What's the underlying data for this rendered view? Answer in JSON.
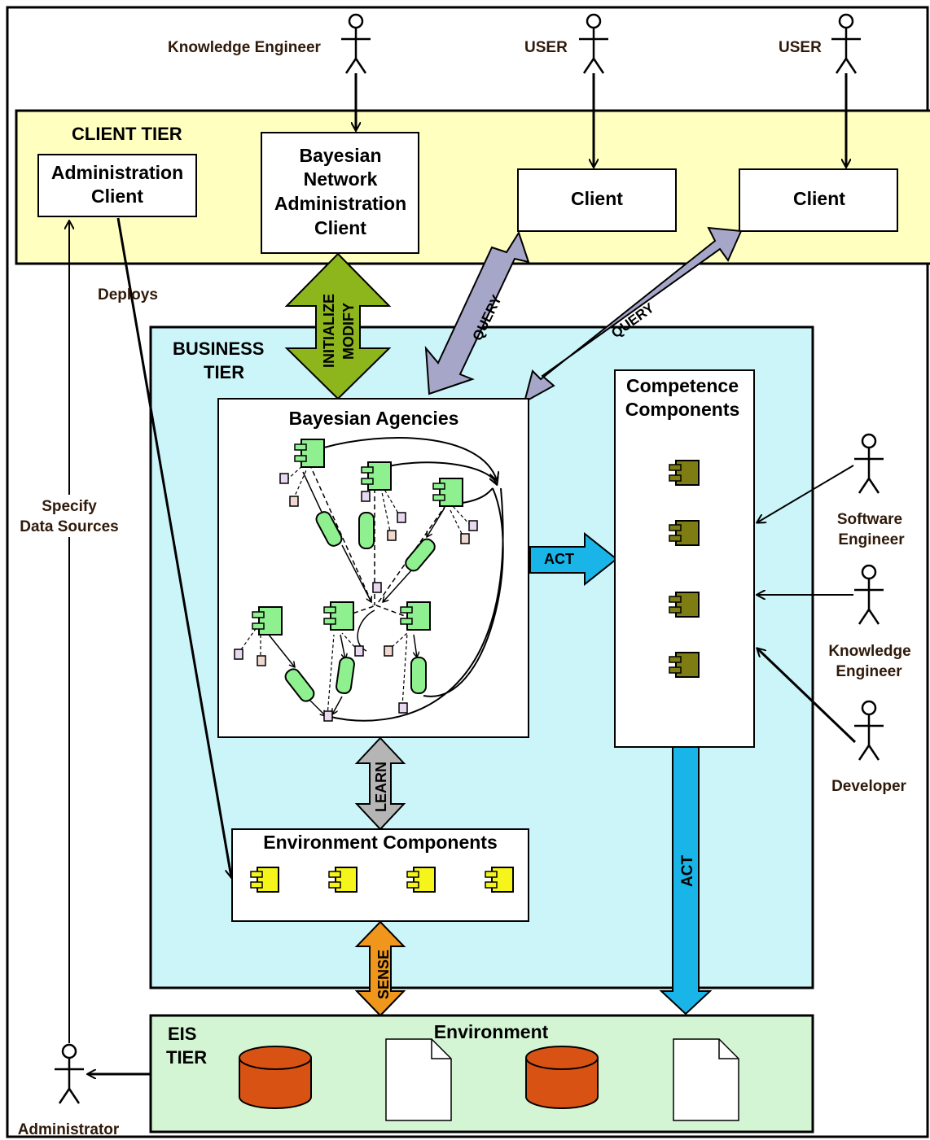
{
  "actors": {
    "knowledge_engineer_top": "Knowledge Engineer",
    "user_1": "USER",
    "user_2": "USER",
    "software_engineer": [
      "Software",
      "Engineer"
    ],
    "knowledge_engineer_right": [
      "Knowledge",
      "Engineer"
    ],
    "developer": "Developer",
    "administrator": "Administrator"
  },
  "tiers": {
    "client": "CLIENT TIER",
    "business": [
      "BUSINESS",
      "TIER"
    ],
    "eis": [
      "EIS",
      "TIER"
    ]
  },
  "boxes": {
    "admin_client": [
      "Administration",
      "Client"
    ],
    "bn_admin_client": [
      "Bayesian",
      "Network",
      "Administration",
      "Client"
    ],
    "client_1": "Client",
    "client_2": "Client",
    "bayesian_agencies": "Bayesian Agencies",
    "competence_components": [
      "Competence",
      "Components"
    ],
    "environment_components": "Environment Components",
    "environment": "Environment"
  },
  "arrows": {
    "initialize": "INITIALIZE",
    "modify": "MODIFY",
    "query_1": "QUERY",
    "query_2": "QUERY",
    "act_horizontal": "ACT",
    "act_vertical": "ACT",
    "learn": "LEARN",
    "sense": "SENSE"
  },
  "connectors": {
    "deploys": "Deploys",
    "specify_data_sources": [
      "Specify",
      "Data Sources"
    ]
  },
  "colors": {
    "client_tier_bg": "#ffffbf",
    "business_tier_bg": "#ccf5fa",
    "eis_tier_bg": "#d4f5d4",
    "initialize_arrow": "#8db51c",
    "query_arrow": "#a6a6c9",
    "act_arrow": "#19b5e8",
    "learn_arrow": "#b5b5b5",
    "sense_arrow": "#f0961c",
    "database": "#d85214",
    "competence_component": "#7d7d14",
    "environment_component": "#f5f51c",
    "agent_component": "#8ef08e",
    "actor_label": "#2f1a0a"
  },
  "icons": [
    "actor-icon",
    "component-icon",
    "database-icon",
    "document-icon",
    "cylinder-icon"
  ]
}
